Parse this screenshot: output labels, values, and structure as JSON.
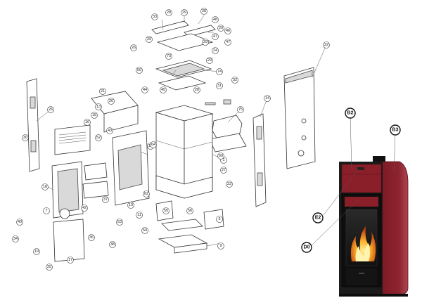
{
  "exploded_view": {
    "callouts": [
      {
        "id": "c1",
        "label": "33"
      },
      {
        "id": "c2",
        "label": "28"
      },
      {
        "id": "c3",
        "label": "29"
      },
      {
        "id": "c4",
        "label": "28"
      },
      {
        "id": "c5",
        "label": "48"
      },
      {
        "id": "c6",
        "label": "29"
      },
      {
        "id": "c7",
        "label": "47"
      },
      {
        "id": "c8",
        "label": "29"
      },
      {
        "id": "c9",
        "label": "29"
      },
      {
        "id": "c10",
        "label": "46"
      },
      {
        "id": "c11",
        "label": "47"
      },
      {
        "id": "c12",
        "label": "26"
      },
      {
        "id": "c13",
        "label": "24"
      },
      {
        "id": "c14",
        "label": "73"
      },
      {
        "id": "c15",
        "label": "29"
      },
      {
        "id": "c16",
        "label": "74"
      },
      {
        "id": "c17",
        "label": "50"
      },
      {
        "id": "c18",
        "label": "44"
      },
      {
        "id": "c19",
        "label": "45"
      },
      {
        "id": "c20",
        "label": "28"
      },
      {
        "id": "c21",
        "label": "22"
      },
      {
        "id": "c22",
        "label": "32"
      },
      {
        "id": "c23",
        "label": "31"
      },
      {
        "id": "c24",
        "label": "75"
      },
      {
        "id": "c25",
        "label": "14"
      },
      {
        "id": "c26",
        "label": "21"
      },
      {
        "id": "c27",
        "label": "20"
      },
      {
        "id": "c28",
        "label": "13"
      },
      {
        "id": "c29",
        "label": "15"
      },
      {
        "id": "c30",
        "label": "16"
      },
      {
        "id": "c31",
        "label": "43"
      },
      {
        "id": "c32",
        "label": "52"
      },
      {
        "id": "c33",
        "label": "12"
      },
      {
        "id": "c34",
        "label": "1"
      },
      {
        "id": "c35",
        "label": "27"
      },
      {
        "id": "c36",
        "label": "23"
      },
      {
        "id": "c37",
        "label": "60"
      },
      {
        "id": "c38",
        "label": "62"
      },
      {
        "id": "c39",
        "label": "18"
      },
      {
        "id": "c40",
        "label": "7"
      },
      {
        "id": "c41",
        "label": "40"
      },
      {
        "id": "c42",
        "label": "34"
      },
      {
        "id": "c43",
        "label": "17"
      },
      {
        "id": "c44",
        "label": "36"
      },
      {
        "id": "c45",
        "label": "53"
      },
      {
        "id": "c46",
        "label": "54"
      },
      {
        "id": "c47",
        "label": "55"
      },
      {
        "id": "c48",
        "label": "56"
      },
      {
        "id": "c49",
        "label": "9"
      },
      {
        "id": "c50",
        "label": "5"
      },
      {
        "id": "c51",
        "label": "42"
      },
      {
        "id": "c52",
        "label": "37"
      },
      {
        "id": "c53",
        "label": "19"
      },
      {
        "id": "c54",
        "label": "25"
      },
      {
        "id": "c55",
        "label": "26"
      },
      {
        "id": "c56",
        "label": "30"
      },
      {
        "id": "c57",
        "label": "38"
      },
      {
        "id": "c58",
        "label": "11"
      },
      {
        "id": "c59",
        "label": "10"
      },
      {
        "id": "c60",
        "label": "64"
      }
    ]
  },
  "stove_callouts": {
    "b2": "B2",
    "b3": "B3",
    "e2": "E2",
    "d0": "D0"
  },
  "colors": {
    "stove_body": "#8a1f2a",
    "stove_side_highlight": "#b64a55",
    "stove_frame": "#1b1b1b",
    "fire_orange": "#f08a1c",
    "fire_yellow": "#ffd54a"
  }
}
